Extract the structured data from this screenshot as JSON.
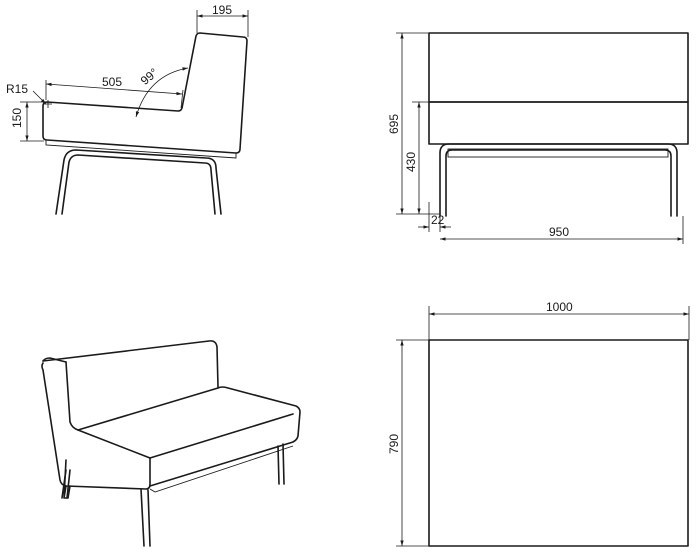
{
  "colors": {
    "line": "#1a1a1a",
    "background": "#ffffff"
  },
  "side_view": {
    "backrest_depth": "195",
    "seat_depth": "505",
    "back_angle": "99°",
    "corner_radius": "R15",
    "seat_thickness": "150"
  },
  "front_view": {
    "total_height": "695",
    "seat_height": "430",
    "leg_offset": "22",
    "leg_span": "950"
  },
  "top_view": {
    "width": "1000",
    "depth": "790"
  }
}
